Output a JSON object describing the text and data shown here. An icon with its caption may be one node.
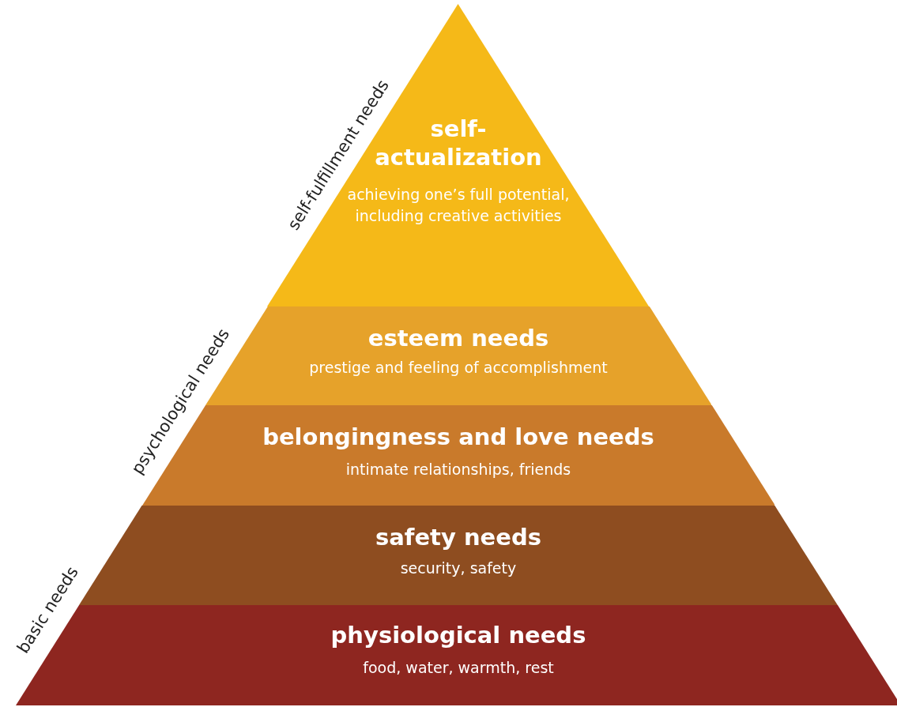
{
  "diagram": {
    "nodes": [
      {
        "text": [
          "self-actualization",
          "achieving one’s full potential, including creative activities"
        ]
      },
      {
        "text": [
          "esteem needs",
          "prestige and feeling of accomplishment"
        ]
      },
      {
        "text": [
          "belongingness and love needs",
          "intimate relationships, friends"
        ]
      },
      {
        "text": [
          "safety needs",
          "security, safety"
        ]
      },
      {
        "text": [
          "physiological needs",
          "food, water, warmth, rest"
        ]
      }
    ],
    "labels": [
      "self-fulfillment needs",
      "psychological needs",
      "basic needs"
    ]
  }
}
